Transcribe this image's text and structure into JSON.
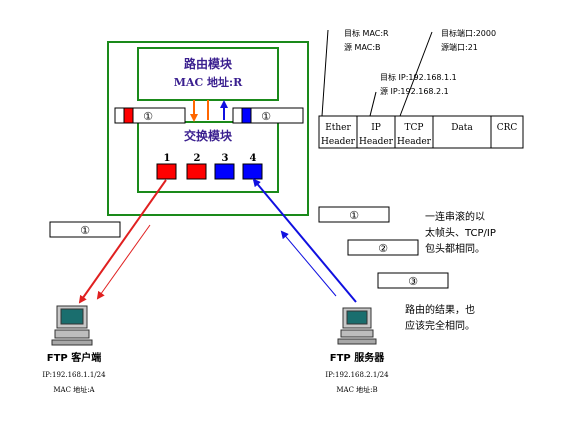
{
  "router": {
    "routing_module": "路由模块",
    "mac_label": "MAC 地址:R",
    "switch_module": "交换模块",
    "ports": [
      "1",
      "2",
      "3",
      "4"
    ],
    "marker": "①"
  },
  "frame": {
    "callout_mac": {
      "dst": "目标 MAC:R",
      "src": "源 MAC:B"
    },
    "callout_port": {
      "dst": "目标端口:2000",
      "src": "源端口:21"
    },
    "callout_ip": {
      "dst": "目标 IP:192.168.1.1",
      "src": "源 IP:192.168.2.1"
    },
    "fields": [
      {
        "top": "Ether",
        "bottom": "Header"
      },
      {
        "top": "IP",
        "bottom": "Header"
      },
      {
        "top": "TCP",
        "bottom": "Header"
      },
      {
        "top": "Data",
        "bottom": ""
      },
      {
        "top": "CRC",
        "bottom": ""
      }
    ]
  },
  "legend": {
    "box1": "①",
    "box2": "②",
    "box3": "③",
    "note1_line1": "一连串滚的以",
    "note1_line2": "太帧头、TCP/IP",
    "note1_line3": "包头都相同。",
    "note3_line1": "路由的结果，也",
    "note3_line2": "应该完全相同。"
  },
  "left_marker": "①",
  "client": {
    "title": "FTP 客户端",
    "ip": "IP:192.168.1.1/24",
    "mac": "MAC 地址:A"
  },
  "server": {
    "title": "FTP 服务器",
    "ip": "IP:192.168.2.1/24",
    "mac": "MAC 地址:B"
  },
  "colors": {
    "router_border": "#1a8a1a",
    "port_red": "#ff0000",
    "port_blue": "#0000ff",
    "arrow_orange": "#ff6600",
    "arrow_red": "#e02020",
    "arrow_blue": "#1010e0"
  }
}
